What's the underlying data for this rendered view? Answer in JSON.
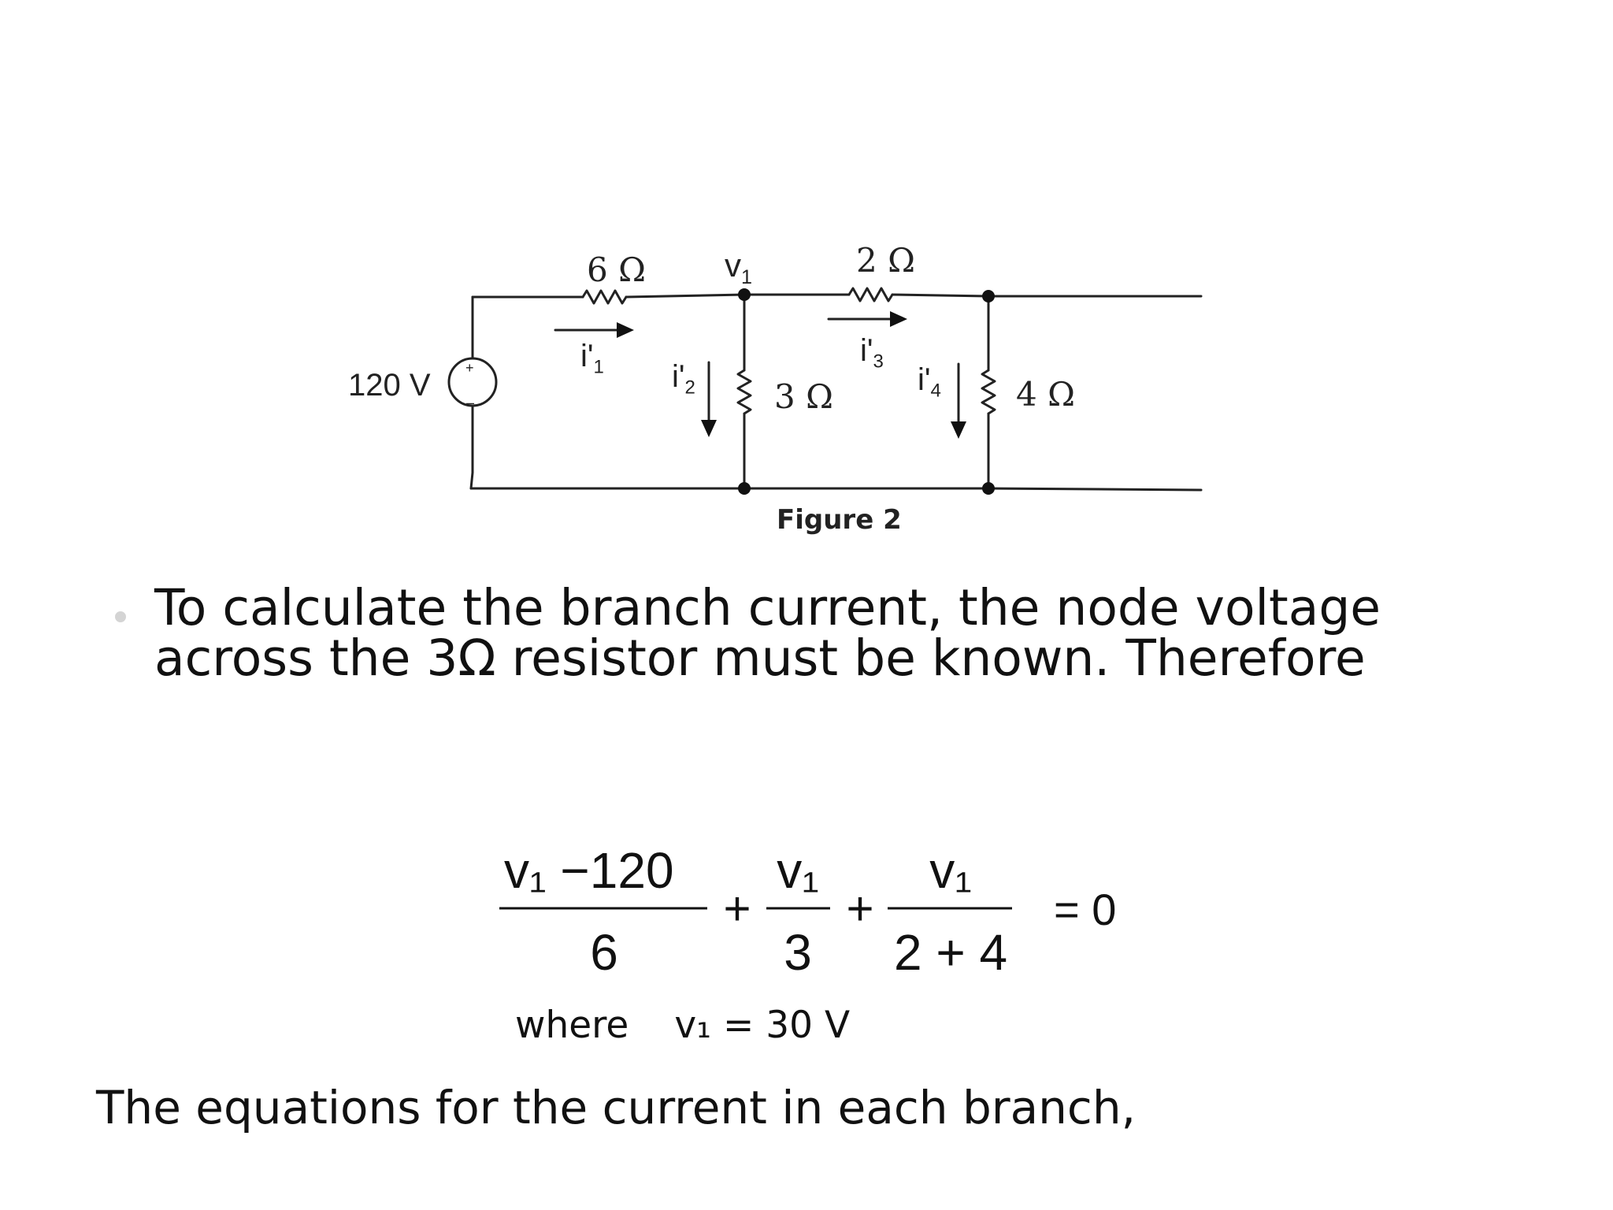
{
  "figure": {
    "caption": "Figure 2",
    "source_label": "120 V",
    "source_plus": "+",
    "source_minus": "–",
    "r1_label": "6 Ω",
    "r2_label": "2 Ω",
    "r3_label": "3 Ω",
    "r4_label": "4 Ω",
    "node_label": "v",
    "node_sub": "1",
    "currents": [
      {
        "symbol": "i'",
        "sub": "1"
      },
      {
        "symbol": "i'",
        "sub": "2"
      },
      {
        "symbol": "i'",
        "sub": "3"
      },
      {
        "symbol": "i'",
        "sub": "4"
      }
    ]
  },
  "text": {
    "paragraph": "To calculate the branch current, the node voltage across the 3Ω resistor must be known. Therefore",
    "conclusion": "The equations for the current in each branch,"
  },
  "equation": {
    "term1_num": "v₁ −120",
    "term1_den": "6",
    "term2_num": "v₁",
    "term2_den": "3",
    "term3_num": "v₁",
    "term3_den": "2 + 4",
    "plus1": "+",
    "plus2": "+",
    "rhs": "= 0"
  },
  "result": {
    "where": "where",
    "value": "v₁ = 30 V"
  }
}
